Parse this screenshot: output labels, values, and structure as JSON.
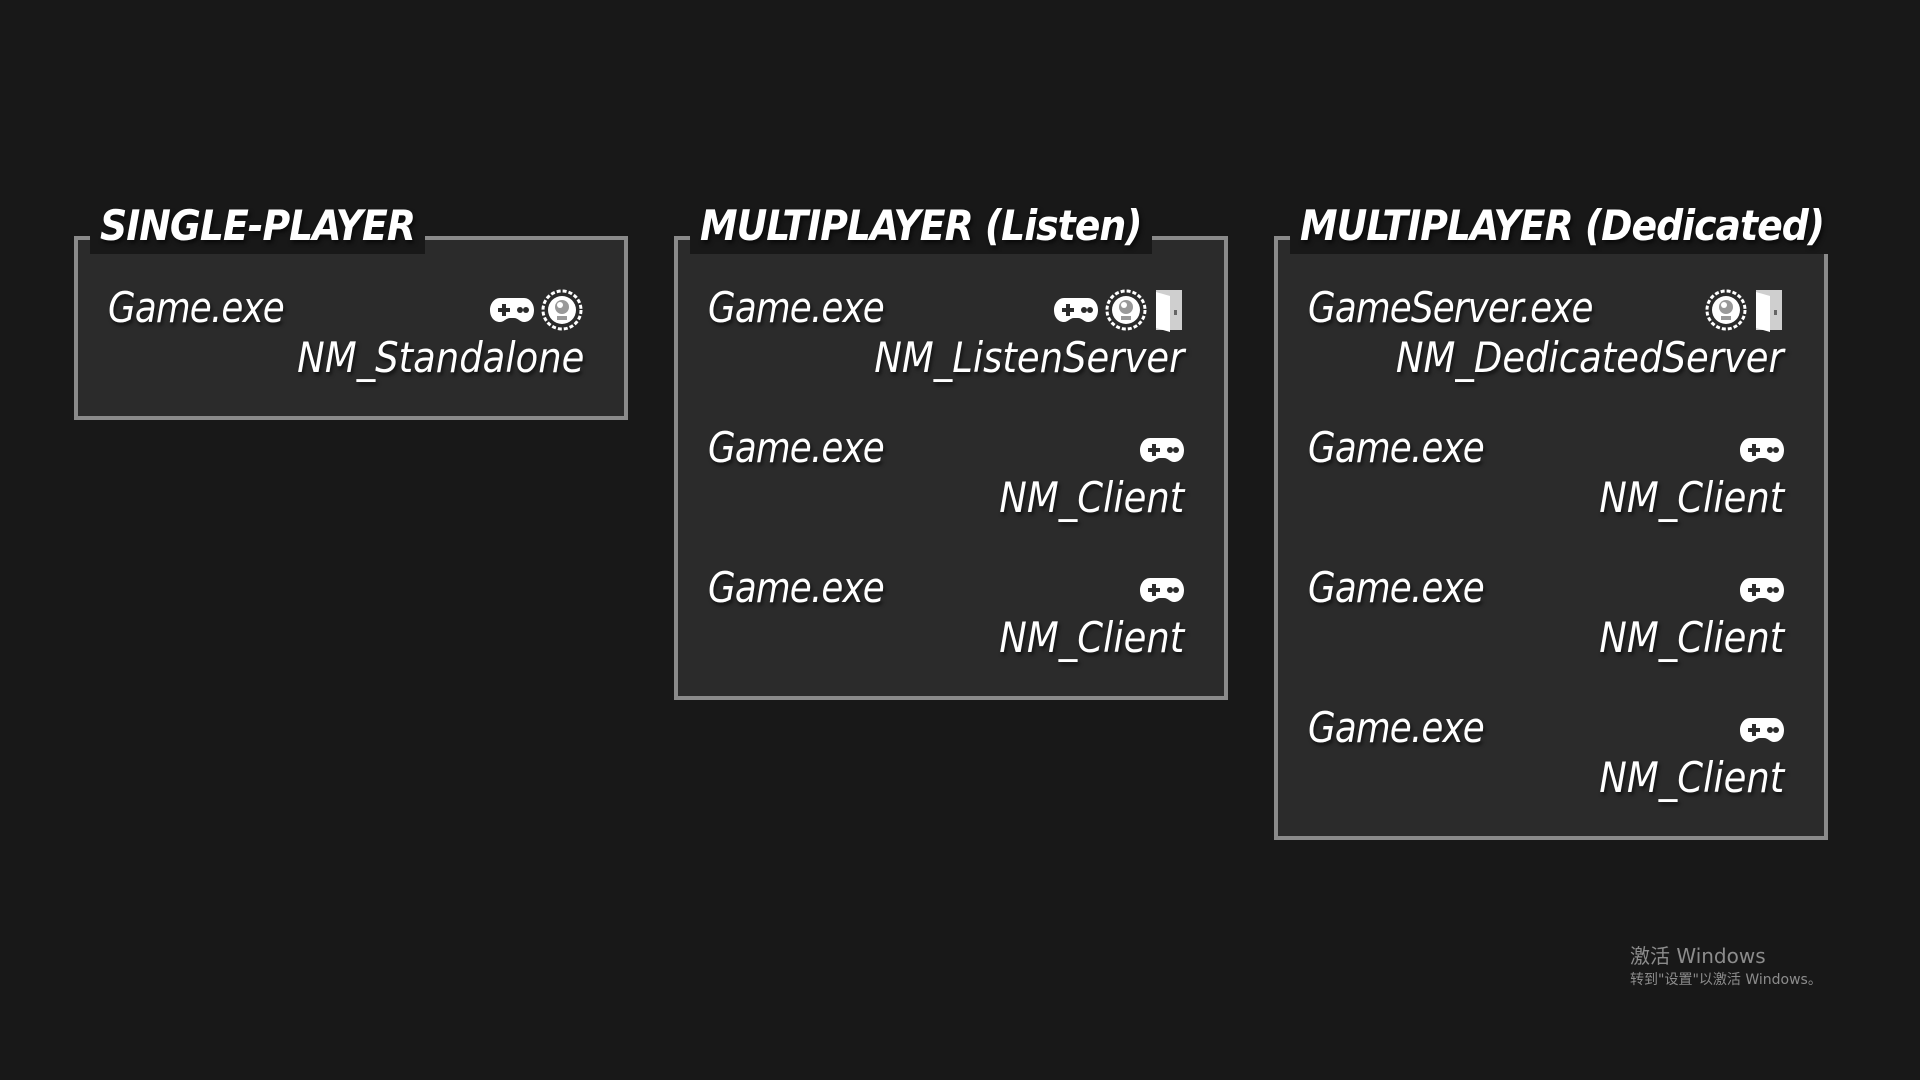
{
  "panels": [
    {
      "title": "SINGLE-PLAYER",
      "processes": [
        {
          "exe": "Game.exe",
          "mode": "NM_Standalone",
          "icons": [
            "controller-icon",
            "server-badge-icon"
          ]
        }
      ]
    },
    {
      "title": "MULTIPLAYER (Listen)",
      "processes": [
        {
          "exe": "Game.exe",
          "mode": "NM_ListenServer",
          "icons": [
            "controller-icon",
            "server-badge-icon",
            "door-icon"
          ]
        },
        {
          "exe": "Game.exe",
          "mode": "NM_Client",
          "icons": [
            "controller-icon"
          ]
        },
        {
          "exe": "Game.exe",
          "mode": "NM_Client",
          "icons": [
            "controller-icon"
          ]
        }
      ]
    },
    {
      "title": "MULTIPLAYER (Dedicated)",
      "processes": [
        {
          "exe": "GameServer.exe",
          "mode": "NM_DedicatedServer",
          "icons": [
            "server-badge-icon",
            "door-icon"
          ]
        },
        {
          "exe": "Game.exe",
          "mode": "NM_Client",
          "icons": [
            "controller-icon"
          ]
        },
        {
          "exe": "Game.exe",
          "mode": "NM_Client",
          "icons": [
            "controller-icon"
          ]
        },
        {
          "exe": "Game.exe",
          "mode": "NM_Client",
          "icons": [
            "controller-icon"
          ]
        }
      ]
    }
  ],
  "watermark": {
    "line1": "激活 Windows",
    "line2": "转到\"设置\"以激活 Windows。"
  },
  "colors": {
    "background": "#181818",
    "panel_fill": "#2b2b2b",
    "panel_border": "#8a8a8a",
    "text": "#ffffff",
    "watermark": "#8c8c8c"
  }
}
